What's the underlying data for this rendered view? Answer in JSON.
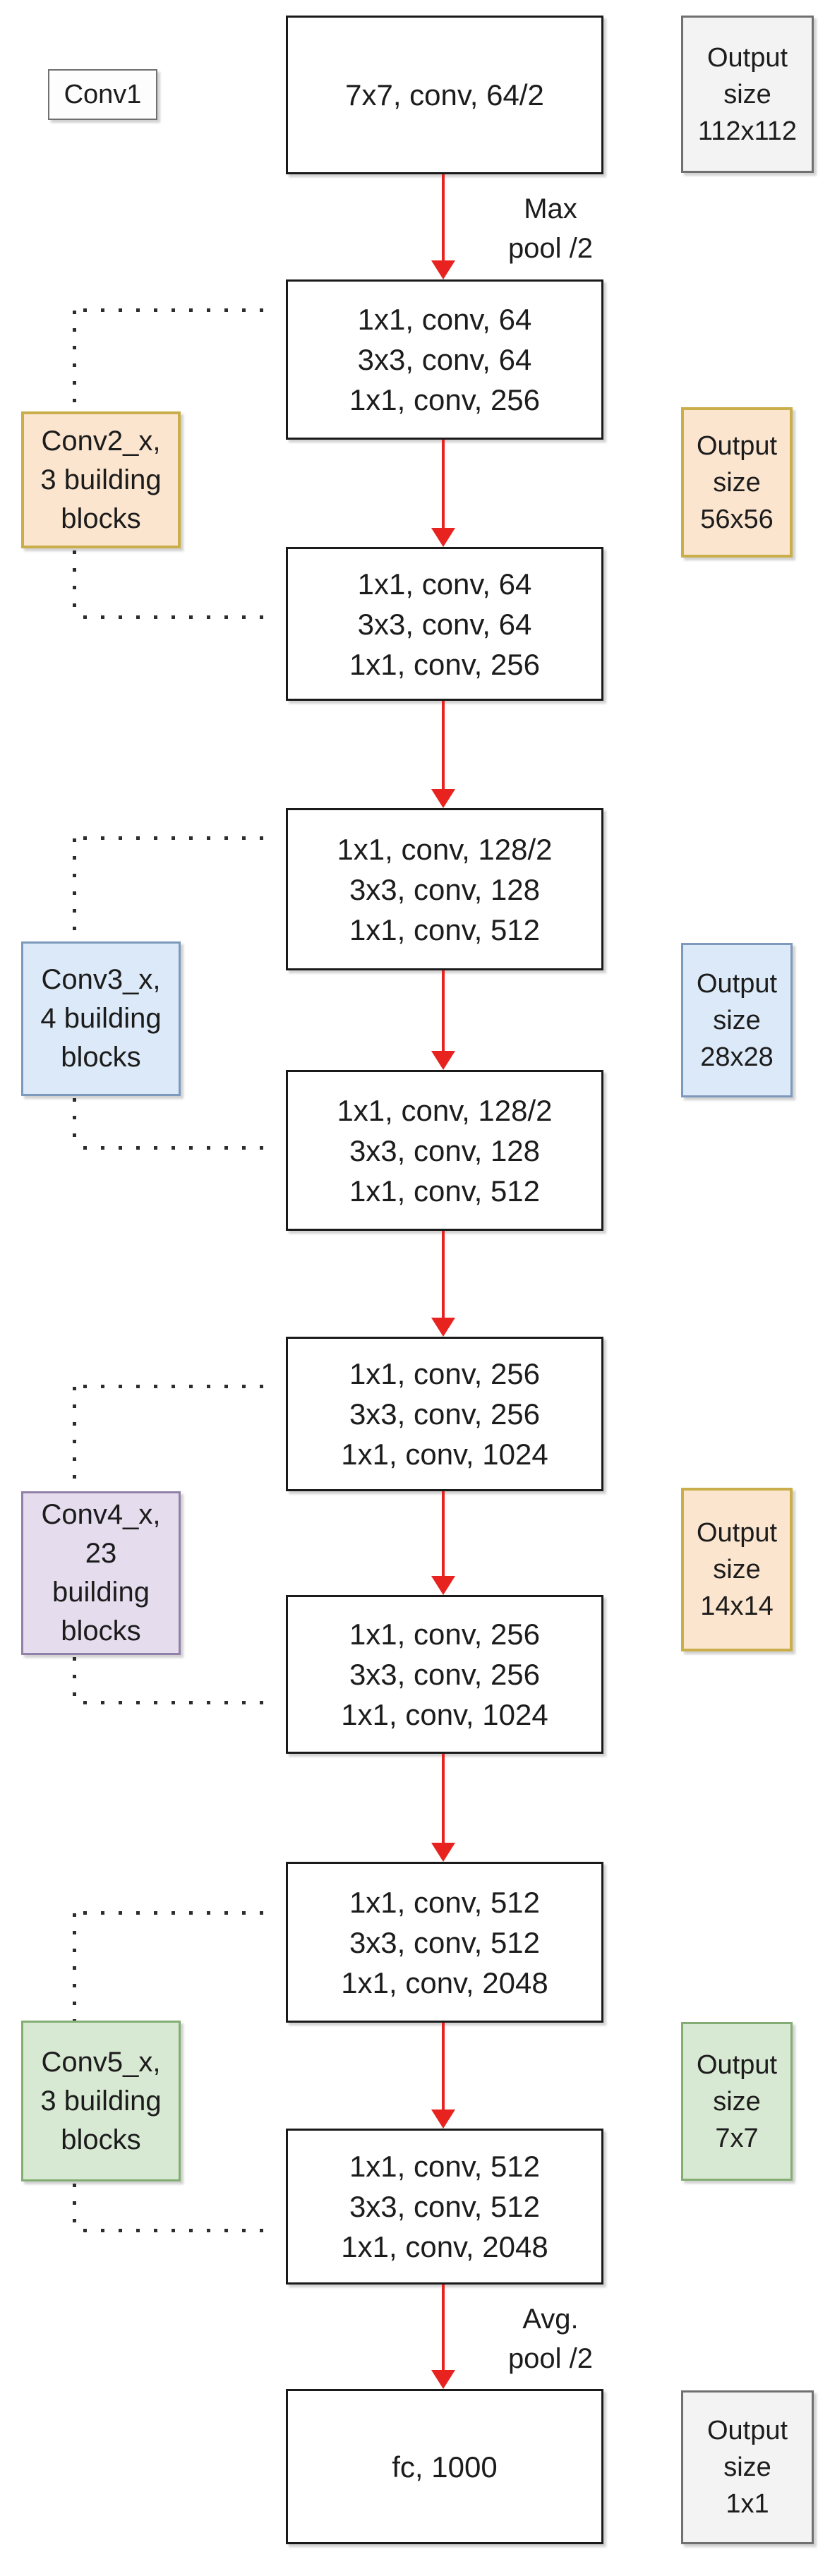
{
  "stage_labels": {
    "conv1": {
      "text": "Conv1"
    },
    "conv2": {
      "lines": [
        "Conv2_x,",
        "3 building",
        "blocks"
      ]
    },
    "conv3": {
      "lines": [
        "Conv3_x,",
        "4 building",
        "blocks"
      ]
    },
    "conv4": {
      "lines": [
        "Conv4_x,",
        "23",
        "building",
        "blocks"
      ]
    },
    "conv5": {
      "lines": [
        "Conv5_x,",
        "3 building",
        "blocks"
      ]
    }
  },
  "blocks": [
    {
      "lines": [
        "7x7, conv, 64/2"
      ]
    },
    {
      "lines": [
        "1x1, conv, 64",
        "3x3, conv, 64",
        "1x1, conv, 256"
      ]
    },
    {
      "lines": [
        "1x1, conv, 64",
        "3x3, conv, 64",
        "1x1, conv, 256"
      ]
    },
    {
      "lines": [
        "1x1, conv, 128/2",
        "3x3, conv, 128",
        "1x1, conv, 512"
      ]
    },
    {
      "lines": [
        "1x1, conv, 128/2",
        "3x3, conv, 128",
        "1x1, conv, 512"
      ]
    },
    {
      "lines": [
        "1x1, conv, 256",
        "3x3, conv, 256",
        "1x1, conv, 1024"
      ]
    },
    {
      "lines": [
        "1x1, conv, 256",
        "3x3, conv, 256",
        "1x1, conv, 1024"
      ]
    },
    {
      "lines": [
        "1x1, conv, 512",
        "3x3, conv, 512",
        "1x1, conv, 2048"
      ]
    },
    {
      "lines": [
        "1x1, conv, 512",
        "3x3, conv, 512",
        "1x1, conv, 2048"
      ]
    },
    {
      "lines": [
        "fc, 1000"
      ]
    }
  ],
  "pool_labels": [
    {
      "lines": [
        "Max",
        "pool /2"
      ]
    },
    {
      "lines": [
        "Avg.",
        "pool /2"
      ]
    }
  ],
  "output_labels": [
    {
      "lines": [
        "Output",
        "size",
        "112x112"
      ],
      "style": "gray"
    },
    {
      "lines": [
        "Output",
        "size",
        "56x56"
      ],
      "style": "orange"
    },
    {
      "lines": [
        "Output",
        "size",
        "28x28"
      ],
      "style": "blue"
    },
    {
      "lines": [
        "Output",
        "size",
        "14x14"
      ],
      "style": "orange"
    },
    {
      "lines": [
        "Output",
        "size",
        "7x7"
      ],
      "style": "green"
    },
    {
      "lines": [
        "Output",
        "size",
        "1x1"
      ],
      "style": "gray"
    }
  ],
  "colors": {
    "arrow_red": "#e8231f",
    "block_border": "#1a1a1a",
    "gray_fill": "#f3f3f3",
    "gray_border": "#707070",
    "orange_fill": "#fbe5cf",
    "orange_border": "#c9ae4b",
    "blue_fill": "#dce9f8",
    "blue_border": "#7d99bc",
    "purple_fill": "#e5dcee",
    "purple_border": "#9181a8",
    "green_fill": "#d8e9d3",
    "green_border": "#83ad73"
  }
}
